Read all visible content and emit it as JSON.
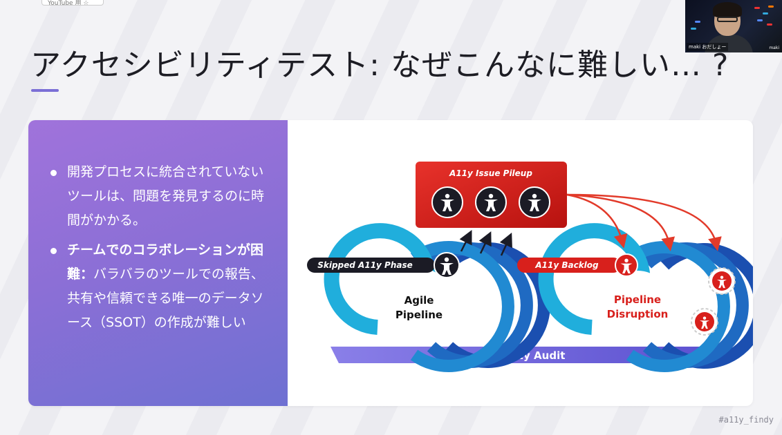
{
  "top_tab": {
    "label": "YouTube 用 ☆"
  },
  "slide": {
    "title": "アクセシビリティテスト: なぜこんなに難しい… ?",
    "hashtag": "#a11y_findy"
  },
  "webcam": {
    "name_label": "maki おだしょー",
    "logo_label": "maki"
  },
  "bullets": [
    {
      "bold": "",
      "text": "開発プロセスに統合されていないツールは、問題を発見するのに時間がかかる。"
    },
    {
      "bold": "チームでのコラボレーションが困難：",
      "text": "バラバラのツールでの報告、共有や信頼できる唯一のデータソース（SSOT）の作成が難しい"
    }
  ],
  "diagram": {
    "pileup_label": "A11y Issue Pileup",
    "skipped_label": "Skipped A11y Phase",
    "agile_label_1": "Agile",
    "agile_label_2": "Pipeline",
    "backlog_label": "A11y Backlog",
    "disruption_label_1": "Pipeline",
    "disruption_label_2": "Disruption",
    "audit_label": "A11y Audit",
    "colors": {
      "red": "#d8201c",
      "dark": "#1b1b25",
      "cyan": "#20a8d6",
      "blue": "#1f4fb0",
      "purple": "#6f63d6"
    },
    "icons": [
      "accessibility-icon",
      "accessibility-icon",
      "accessibility-icon"
    ]
  }
}
